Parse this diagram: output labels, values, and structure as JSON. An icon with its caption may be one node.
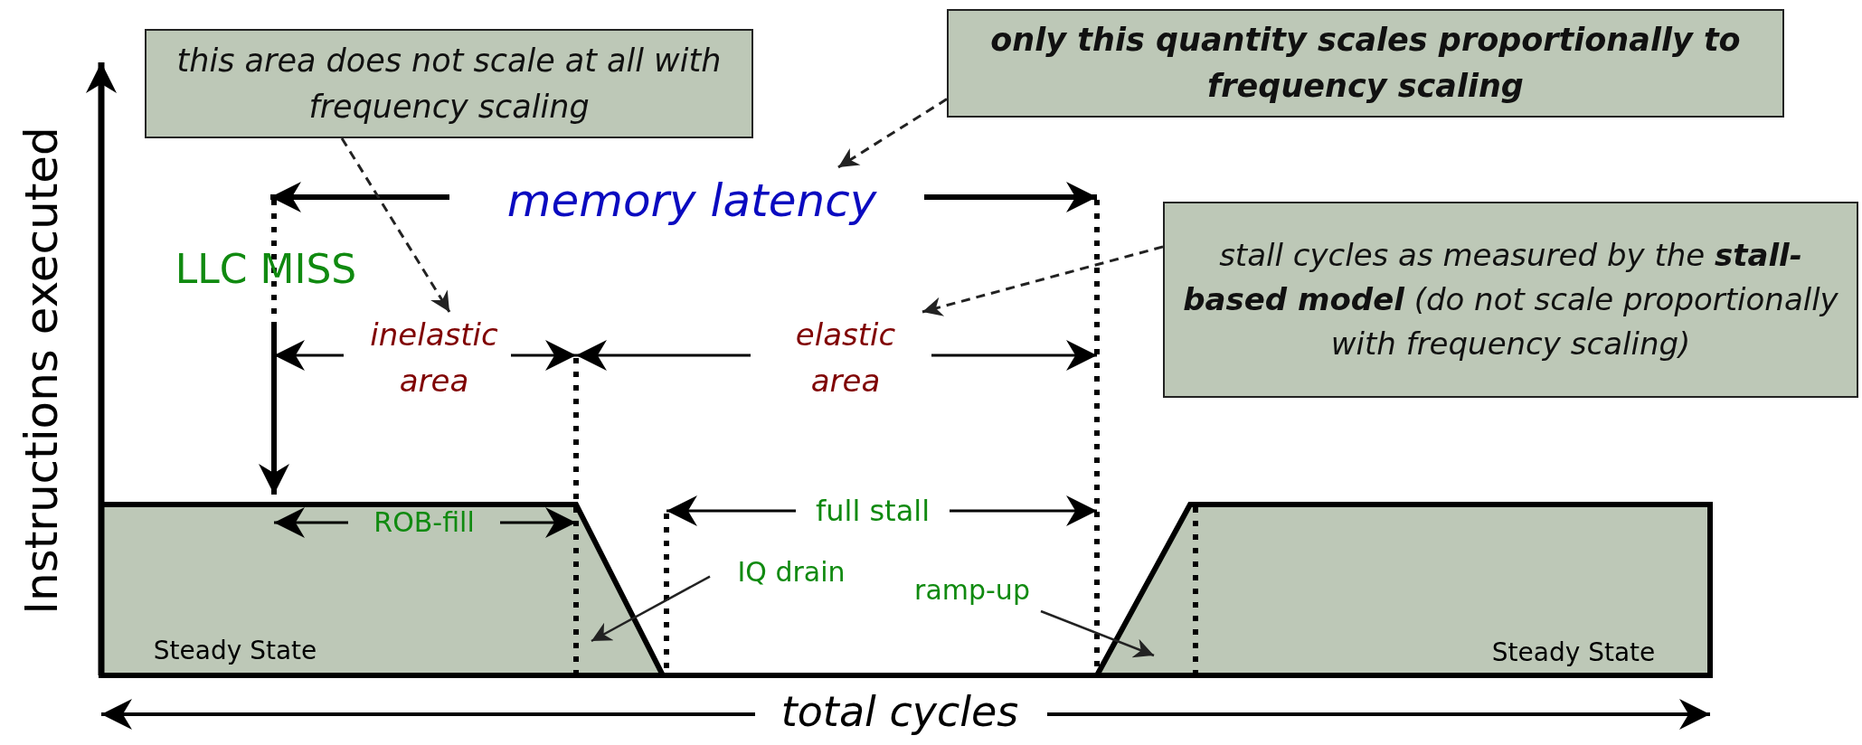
{
  "diagram": {
    "nodes": [
      {
        "text": [
          "this area does not scale at all with frequency scaling"
        ]
      },
      {
        "text": [
          "only this quantity scales proportionally to frequency scaling"
        ]
      },
      {
        "text": [
          "stall cycles as measured by the **stall-based model** (do not scale proportionally with frequency scaling)"
        ]
      },
      {
        "text": [
          "memory latency"
        ]
      },
      {
        "text": [
          "inelastic area"
        ]
      },
      {
        "text": [
          "elastic area"
        ]
      },
      {
        "text": [
          "IQ drain"
        ]
      },
      {
        "text": [
          "ramp-up"
        ]
      }
    ],
    "edges": [
      {
        "from": 0,
        "to": 4,
        "arrow": "to",
        "style": "dashed"
      },
      {
        "from": 1,
        "to": 3,
        "arrow": "to",
        "style": "dashed"
      },
      {
        "from": 2,
        "to": 5,
        "arrow": "to",
        "style": "dashed"
      },
      {
        "from": 6,
        "to": null,
        "arrow": "to"
      },
      {
        "from": 7,
        "to": null,
        "arrow": "to"
      }
    ],
    "labels": [
      "Instructions executed",
      "LLC MISS",
      "ROB-fill",
      "full stall",
      "Steady State",
      "Steady State",
      "total cycles"
    ]
  }
}
